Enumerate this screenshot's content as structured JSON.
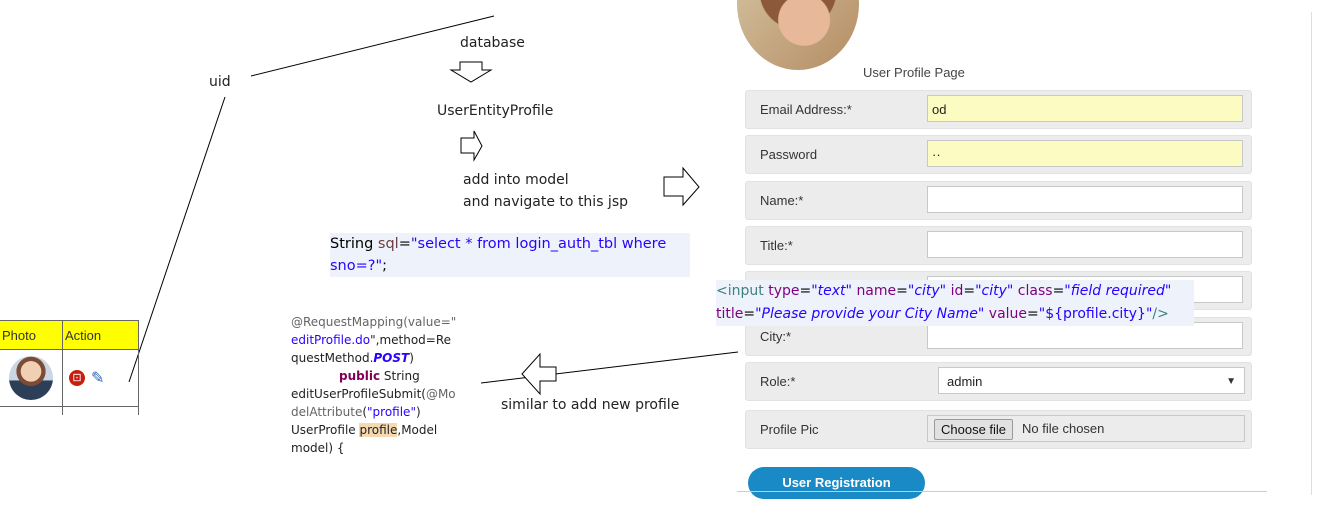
{
  "labels": {
    "database": "database",
    "uid": "uid",
    "entity": "UserEntityProfile",
    "add_model_1": "add into model",
    "add_model_2": "and navigate to this jsp",
    "similar": "similar to add new profile"
  },
  "table": {
    "headers": [
      "Photo",
      "Action"
    ]
  },
  "sql": {
    "type": "String",
    "var": "sql",
    "eq": "=",
    "value_1": "\"select * from login_auth_tbl where",
    "value_2": "sno=?\"",
    "end": ";"
  },
  "java_code": {
    "l1a": "@RequestMapping(value=\"",
    "l2a": "editProfile.do",
    "l2b": "\",method=Re",
    "l3a": "questMethod.",
    "l3b": "POST",
    "l3c": ")",
    "l4a": "public",
    "l4b": " String",
    "l5a": "editUserProfileSubmit(",
    "l5b": "@Mo",
    "l6a": "delAttribute",
    "l6b": "(",
    "l6c": "\"profile\"",
    "l6d": ")",
    "l7a": "UserProfile ",
    "l7b": "profile",
    "l7c": ",Model",
    "l8a": "model) {"
  },
  "xml": {
    "open": "<input",
    "a_type": "type",
    "v_type": "\"text\"",
    "a_name": "name",
    "v_name": "\"city\"",
    "a_id": "id",
    "v_id": "\"city\"",
    "a_class": "class",
    "v_class": "\"field required\"",
    "a_title": "title",
    "v_title": "\"Please provide your City Name\"",
    "a_value": "value",
    "v_value": "\"${profile.city}\"",
    "close": "/>",
    "eq": "="
  },
  "form": {
    "page_title": "User Profile Page",
    "fields": [
      {
        "label": "Email Address:*",
        "value": "od"
      },
      {
        "label": "Password",
        "value": "··"
      },
      {
        "label": "Name:*",
        "value": ""
      },
      {
        "label": "Title:*",
        "value": ""
      },
      {
        "label": "City:*",
        "value": ""
      },
      {
        "label": "Role:*",
        "value": "admin"
      },
      {
        "label": "Profile Pic",
        "value": ""
      }
    ],
    "choose_file": "Choose file",
    "no_file": "No file chosen",
    "submit": "User Registration"
  },
  "colors": {
    "table_header": "#ffff00",
    "button": "#1a8ac6",
    "highlight_input": "#fcfcc2"
  },
  "icons": [
    "delete-icon",
    "edit-pencil-icon",
    "block-arrow-down-icon",
    "block-arrow-right-icon",
    "block-arrow-left-icon",
    "user-avatar",
    "profile-photo"
  ]
}
